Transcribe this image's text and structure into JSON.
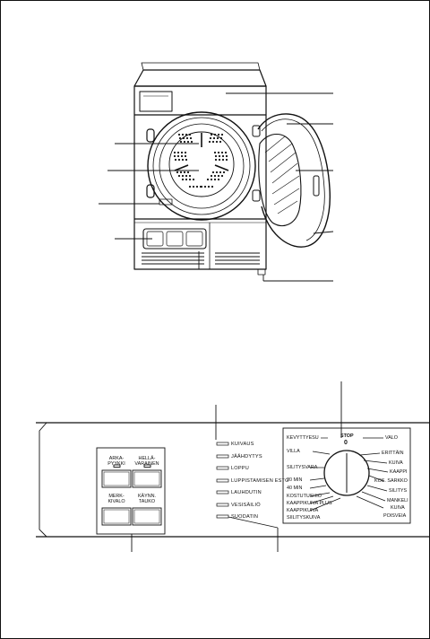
{
  "panel": {
    "indicators": [
      "KUIVAUS",
      "JÄÄHDYTYS",
      "LOPPU",
      "LUPPISTAMISEN ESTO",
      "LAUHDUTIN",
      "VESISÄILIÖ",
      "SUODATIN"
    ],
    "buttons": [
      {
        "line1": "ARKA-",
        "line2": "PYYKKI"
      },
      {
        "line1": "HELLÄ-",
        "line2": "VARAINEN"
      },
      {
        "line1": "MERK-",
        "line2": "KIVALO"
      },
      {
        "line1": "KÄYNN.",
        "line2": "TAUKO"
      }
    ],
    "programs_left": [
      "KEVYTTYESU",
      "VILLA",
      "SILITYSVARA",
      "20 MIN",
      "40 MIN",
      "KOSTUTUSHIO",
      "KAAPPIKUIVA PLUS",
      "KAAPPIKUIVA",
      "SIILITYSKUIVA"
    ],
    "programs_right": [
      "VALO",
      "ERITTÄIN",
      "KUIVA",
      "KAAPPI",
      "KOS. SARKKO",
      "SILITYS",
      "MANKELI",
      "KUIVA",
      "POISVEIA"
    ],
    "dial_top": "STOP",
    "dial_zero": "0"
  }
}
